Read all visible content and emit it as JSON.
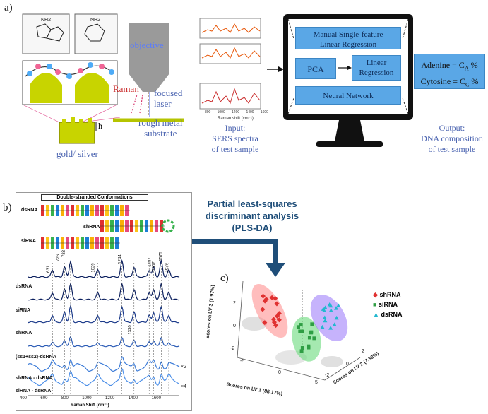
{
  "panel_a": {
    "label": "a)",
    "molecules": [
      "NH2",
      "NH2"
    ],
    "objective": "objective",
    "raman": "Raman",
    "focused_laser": [
      "focused",
      "laser"
    ],
    "substrate": [
      "rough metal",
      "substrate"
    ],
    "gold_silver": "gold/ silver",
    "h": "h",
    "spectra_axis_label": "Raman shift (cm⁻¹)",
    "spectra_ticks": [
      "800",
      "1000",
      "1200",
      "1400",
      "1600"
    ],
    "input": [
      "Input:",
      "SERS spectra",
      "of test sample"
    ],
    "methods": {
      "manual": [
        "Manual Single-feature",
        "Linear Regression"
      ],
      "pca": "PCA",
      "linear": [
        "Linear",
        "Regression"
      ],
      "nn": "Neural Network"
    },
    "result_lines": [
      "Adenine = C_A %",
      "Cytosine = C_C %"
    ],
    "output": [
      "Output:",
      "DNA composition",
      "of test sample"
    ]
  },
  "panel_b": {
    "label": "b)",
    "title": "Double-stranded Conformations",
    "constructs": [
      "dsRNA",
      "shRNA",
      "siRNA"
    ],
    "peaks": [
      "631",
      "726",
      "783",
      "1029",
      "1244",
      "1330",
      "1487",
      "1507",
      "1575",
      "1639"
    ],
    "traces": [
      "dsRNA",
      "siRNA",
      "shRNA",
      "(ss1+ss2)-dsRNA",
      "shRNA - dsRNA",
      "siRNA - dsRNA"
    ],
    "scale_marks": [
      "×2",
      "×4"
    ],
    "x_ticks": [
      "400",
      "600",
      "800",
      "1000",
      "1200",
      "1400",
      "1600"
    ],
    "x_label": "Raman Shift (cm⁻¹)"
  },
  "plsda": [
    "Partial least-squares",
    "discriminant analysis",
    "(PLS-DA)"
  ],
  "panel_c": {
    "label": "c)",
    "legend": [
      {
        "name": "shRNA",
        "color": "#e03131"
      },
      {
        "name": "siRNA",
        "color": "#2f9e44"
      },
      {
        "name": "dsRNA",
        "color": "#22b8cf"
      }
    ],
    "axis_lv1": "Scores on LV 1 (88.17%)",
    "axis_lv2": "Scores on LV 2 (7.32%)",
    "axis_lv3": "Scores on LV 3 (1.97%)",
    "lv1_ticks": [
      "-5",
      "0",
      "5"
    ],
    "lv2_ticks": [
      "-2",
      "0",
      "2"
    ],
    "lv3_ticks": [
      "2",
      "0",
      "-2"
    ]
  },
  "colors": {
    "accent_blue": "#1f4e79",
    "box_blue": "#5aa7e6",
    "gold": "#c8d400",
    "dark_navy": "#1b2a6b"
  }
}
